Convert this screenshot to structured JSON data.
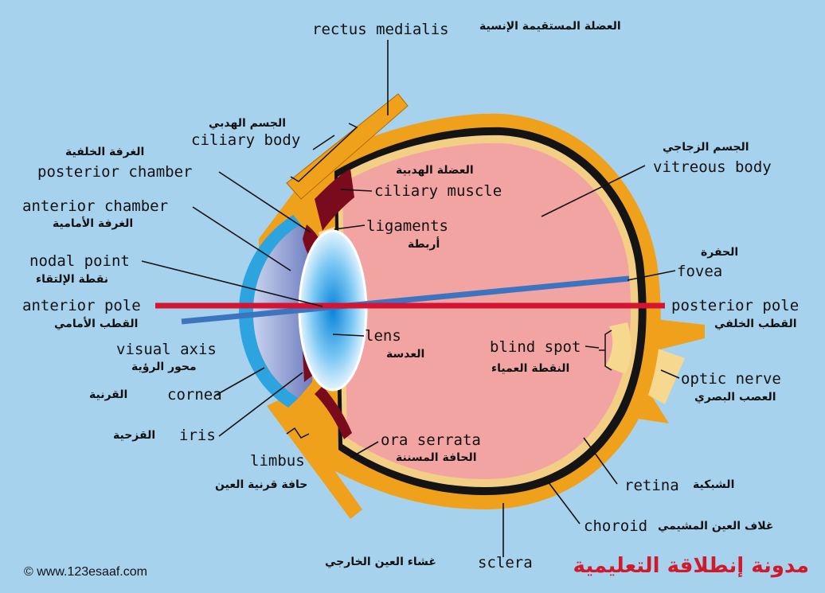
{
  "labels": {
    "rectus_medialis": {
      "en": "rectus medialis",
      "ar": "العضلة المستقيمة الإنسية"
    },
    "ciliary_body": {
      "en": "ciliary body",
      "ar": "الجسم الهدبي"
    },
    "posterior_chamber": {
      "en": "posterior chamber",
      "ar": "الغرفة الخلفية"
    },
    "anterior_chamber": {
      "en": "anterior chamber",
      "ar": "الغرفة الأمامية"
    },
    "nodal_point": {
      "en": "nodal point",
      "ar": "نقطة الإلتقاء"
    },
    "anterior_pole": {
      "en": "anterior pole",
      "ar": "القطب الأمامي"
    },
    "visual_axis": {
      "en": "visual axis",
      "ar": "محور الرؤية"
    },
    "cornea": {
      "en": "cornea",
      "ar": "القرنية"
    },
    "iris": {
      "en": "iris",
      "ar": "القزحية"
    },
    "limbus": {
      "en": "limbus",
      "ar": "حافة قرنية العين"
    },
    "ciliary_muscle": {
      "en": "ciliary muscle",
      "ar": "العضلة الهدبية"
    },
    "ligaments": {
      "en": "ligaments",
      "ar": "أربطة"
    },
    "lens": {
      "en": "lens",
      "ar": "العدسة"
    },
    "ora_serrata": {
      "en": "ora serrata",
      "ar": "الحافة المسننة"
    },
    "vitreous_body": {
      "en": "vitreous body",
      "ar": "الجسم الزجاجي"
    },
    "fovea": {
      "en": "fovea",
      "ar": "الحفرة"
    },
    "posterior_pole": {
      "en": "posterior pole",
      "ar": "القطب الخلفي"
    },
    "blind_spot": {
      "en": "blind spot",
      "ar": "النقطة العمياء"
    },
    "optic_nerve": {
      "en": "optic nerve",
      "ar": "العصب البصري"
    },
    "retina": {
      "en": "retina",
      "ar": "الشبكية"
    },
    "choroid": {
      "en": "choroid",
      "ar": "غلاف العين المشيمي"
    },
    "sclera": {
      "en": "sclera",
      "ar": "غشاء العين الخارجي"
    }
  },
  "footer": {
    "copyright": "© www.123esaaf.com",
    "brand": "مدونة إنطلاقة التعليمية"
  },
  "colors": {
    "background": "#a7d2ee",
    "sclera": "#f0a11c",
    "vitreous": "#f2a4a2",
    "cornea": "#2da4e0",
    "iris": "#7a0b1c",
    "axis_red": "#d41432",
    "axis_blue": "#3c74c0",
    "brand_red": "#d01a2c"
  }
}
